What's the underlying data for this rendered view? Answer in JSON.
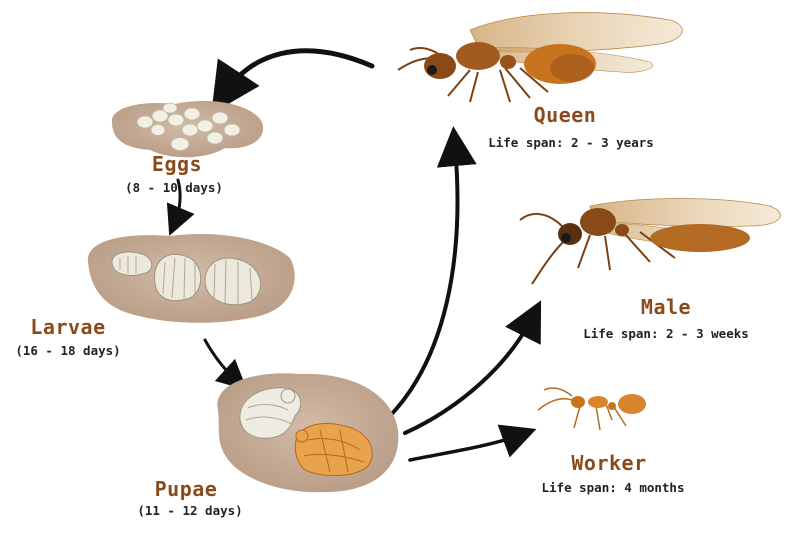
{
  "stages": {
    "eggs": {
      "title": "Eggs",
      "duration": "(8 - 10 days)"
    },
    "larvae": {
      "title": "Larvae",
      "duration": "(16 - 18 days)"
    },
    "pupae": {
      "title": "Pupae",
      "duration": "(11 - 12 days)"
    }
  },
  "castes": {
    "queen": {
      "title": "Queen",
      "lifespan": "Life span: 2 - 3 years"
    },
    "male": {
      "title": "Male",
      "lifespan": "Life span: 2 - 3 weeks"
    },
    "worker": {
      "title": "Worker",
      "lifespan": "Life span: 4 months"
    }
  },
  "colors": {
    "title_brown": "#8a4b1c",
    "plate": "#c4ab96",
    "arrow": "#111111",
    "ant_orange": "#c8741f"
  }
}
